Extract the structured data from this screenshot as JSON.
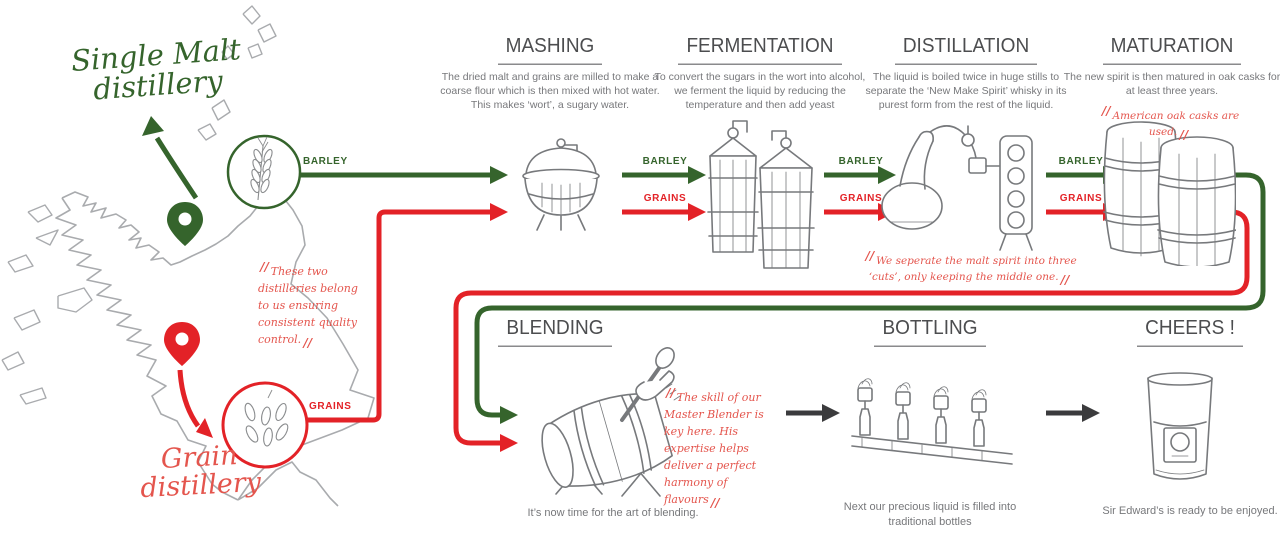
{
  "colors": {
    "green": "#35642c",
    "red": "#e32227",
    "script_red": "#e4554d",
    "heading_gray": "#4c4d4f",
    "body_gray": "#77787b",
    "map_gray": "#a9abae",
    "sketch_gray": "#77797c",
    "black_arrow": "#3b3b3d"
  },
  "marks": {
    "quote": "//"
  },
  "map": {
    "single_malt": {
      "line1": "Single Malt",
      "line2": "distillery"
    },
    "grain": {
      "line1": "Grain",
      "line2": "distillery"
    },
    "quote": "These two distilleries belong to us ensuring consistent quality control."
  },
  "flow": {
    "barley_label": "BARLEY",
    "grains_label": "GRAINS"
  },
  "stations": {
    "mashing": {
      "title": "MASHING",
      "description": "The dried malt and grains are milled to make a coarse flour which is then mixed with hot water. This makes ‘wort’, a sugary water."
    },
    "fermentation": {
      "title": "FERMENTATION",
      "description": "To convert the sugars in the wort into alcohol, we ferment the liquid by reducing the temperature and then add yeast"
    },
    "distillation": {
      "title": "DISTILLATION",
      "description": "The liquid is boiled twice in huge stills to separate the ‘New Make Spirit’ whisky in its purest form from the rest of the liquid.",
      "note": "We seperate the malt spirit into three ‘cuts’, only keeping the middle one."
    },
    "maturation": {
      "title": "MATURATION",
      "description": "The new spirit is then matured in oak casks for at least three years.",
      "note": "American oak casks are used."
    },
    "blending": {
      "title": "BLENDING",
      "caption": "It’s now time for the art of blending.",
      "note": "The skill of our Master Blender is key here. His expertise helps deliver a perfect harmony of flavours"
    },
    "bottling": {
      "title": "BOTTLING",
      "caption": "Next our precious liquid is filled into traditional bottles"
    },
    "cheers": {
      "title": "CHEERS !",
      "caption": "Sir Edward’s is ready to be enjoyed."
    }
  }
}
